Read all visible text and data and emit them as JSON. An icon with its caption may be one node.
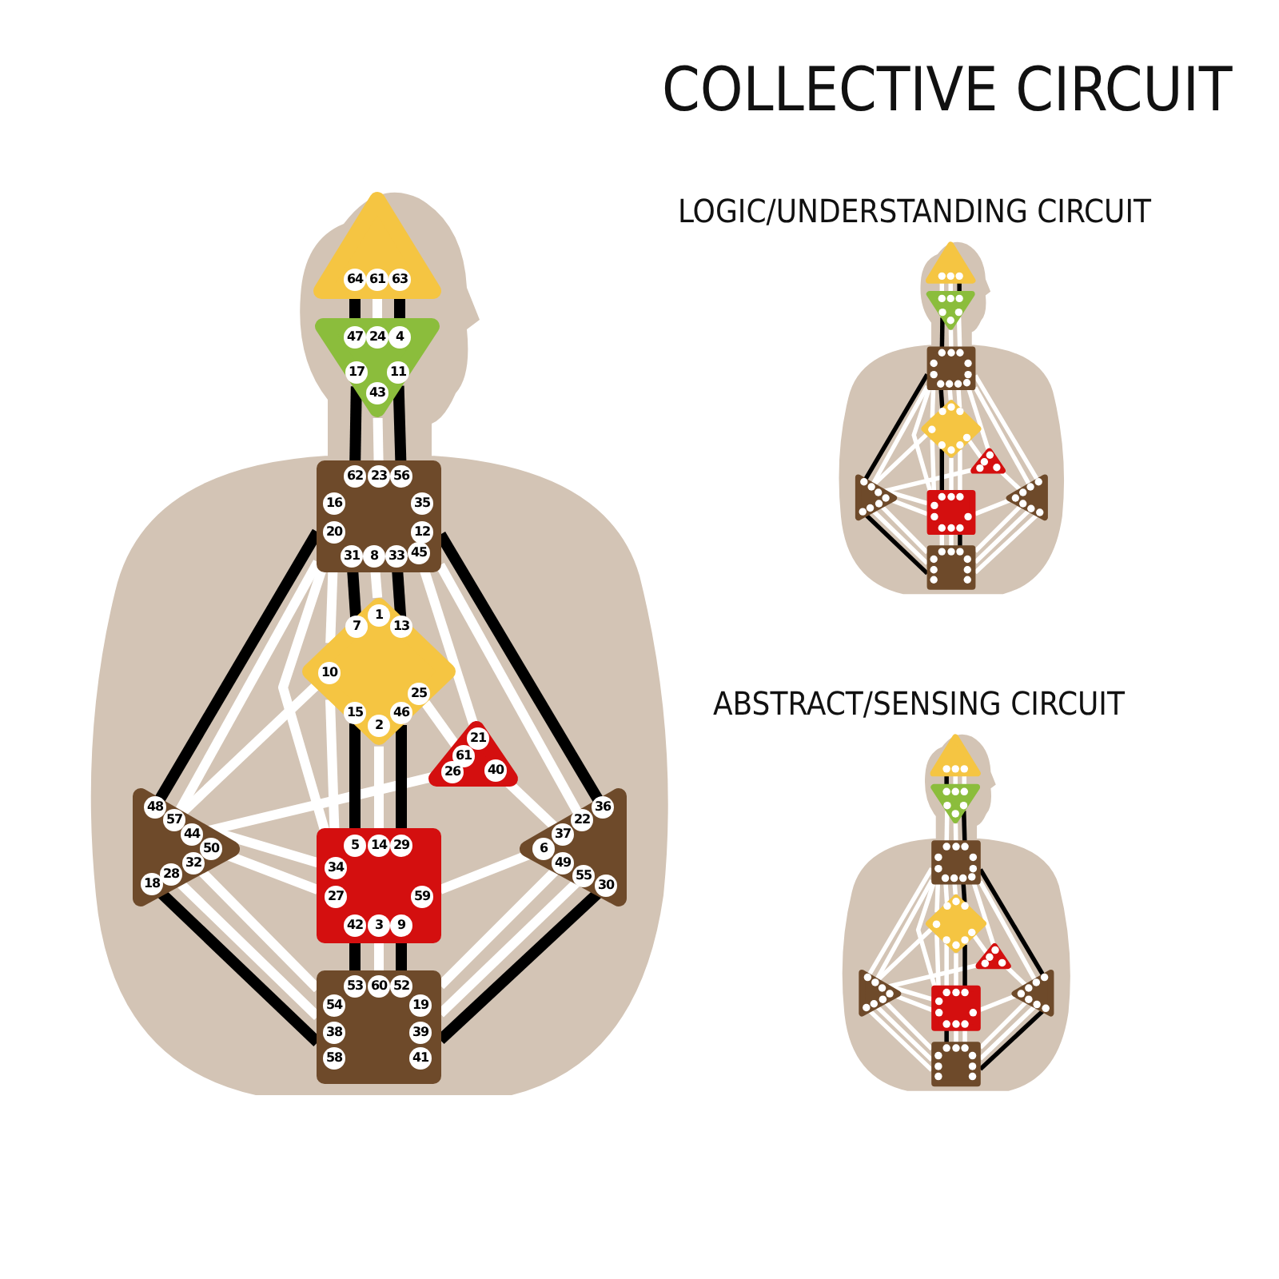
{
  "diagram": {
    "title": "COLLECTIVE CIRCUIT",
    "nodes": [
      {
        "text": [
          "64",
          "61",
          "63"
        ]
      },
      {
        "text": [
          "47",
          "24",
          "4",
          "17",
          "11",
          "43"
        ]
      },
      {
        "text": [
          "62",
          "23",
          "56",
          "16",
          "35",
          "20",
          "12",
          "31",
          "8",
          "33",
          "45"
        ]
      },
      {
        "text": [
          "1",
          "7",
          "13",
          "10",
          "25",
          "15",
          "46",
          "2"
        ]
      },
      {
        "text": [
          "21",
          "61",
          "26",
          "40"
        ]
      },
      {
        "text": [
          "48",
          "57",
          "44",
          "50",
          "32",
          "28",
          "18"
        ]
      },
      {
        "text": [
          "5",
          "14",
          "29",
          "34",
          "27",
          "59",
          "42",
          "3",
          "9"
        ]
      },
      {
        "text": [
          "36",
          "22",
          "37",
          "6",
          "49",
          "55",
          "30"
        ]
      },
      {
        "text": [
          "53",
          "60",
          "52",
          "54",
          "19",
          "38",
          "39",
          "58",
          "41"
        ]
      }
    ],
    "edges": [
      {
        "from": 0,
        "to": 1,
        "arrow": "none",
        "color": "#000000"
      },
      {
        "from": 1,
        "to": 2,
        "arrow": "none",
        "color": "#000000"
      },
      {
        "from": 2,
        "to": 5,
        "arrow": "none",
        "color": "#000000"
      },
      {
        "from": 5,
        "to": 8,
        "arrow": "none",
        "color": "#000000"
      },
      {
        "from": 6,
        "to": 8,
        "arrow": "none",
        "color": "#000000"
      },
      {
        "from": 3,
        "to": 6,
        "arrow": "none",
        "color": "#000000"
      },
      {
        "from": 2,
        "to": 3,
        "arrow": "none",
        "color": "#000000"
      },
      {
        "from": 0,
        "to": 1,
        "arrow": "none",
        "color": "#000000"
      },
      {
        "from": 1,
        "to": 2,
        "arrow": "none",
        "color": "#000000"
      },
      {
        "from": 2,
        "to": 3,
        "arrow": "none",
        "color": "#000000"
      },
      {
        "from": 2,
        "to": 7,
        "arrow": "none",
        "color": "#000000"
      },
      {
        "from": 7,
        "to": 8,
        "arrow": "none",
        "color": "#000000"
      },
      {
        "from": 6,
        "to": 8,
        "arrow": "none",
        "color": "#000000"
      },
      {
        "from": 3,
        "to": 6,
        "arrow": "none",
        "color": "#000000"
      },
      {
        "from": 0,
        "to": 1,
        "arrow": "none"
      },
      {
        "from": 1,
        "to": 2,
        "arrow": "none"
      },
      {
        "from": 2,
        "to": 3,
        "arrow": "none"
      },
      {
        "from": 3,
        "to": 6,
        "arrow": "none"
      },
      {
        "from": 6,
        "to": 8,
        "arrow": "none"
      },
      {
        "from": 2,
        "to": 3,
        "arrow": "none"
      },
      {
        "from": 2,
        "to": 6,
        "arrow": "none"
      },
      {
        "from": 2,
        "to": 5,
        "arrow": "none"
      },
      {
        "from": 3,
        "to": 6,
        "arrow": "none"
      },
      {
        "from": 3,
        "to": 5,
        "arrow": "none"
      },
      {
        "from": 5,
        "to": 6,
        "arrow": "none"
      },
      {
        "from": 3,
        "to": 4,
        "arrow": "none"
      },
      {
        "from": 4,
        "to": 2,
        "arrow": "none"
      },
      {
        "from": 4,
        "to": 5,
        "arrow": "none"
      },
      {
        "from": 4,
        "to": 7,
        "arrow": "none"
      },
      {
        "from": 2,
        "to": 7,
        "arrow": "none"
      },
      {
        "from": 7,
        "to": 6,
        "arrow": "none"
      },
      {
        "from": 5,
        "to": 6,
        "arrow": "none"
      },
      {
        "from": 5,
        "to": 8,
        "arrow": "none"
      },
      {
        "from": 5,
        "to": 8,
        "arrow": "none"
      },
      {
        "from": 7,
        "to": 8,
        "arrow": "none"
      },
      {
        "from": 7,
        "to": 8,
        "arrow": "none"
      }
    ],
    "labels": [
      "LOGIC/UNDERSTANDING CIRCUIT",
      "ABSTRACT/SENSING CIRCUIT"
    ]
  }
}
